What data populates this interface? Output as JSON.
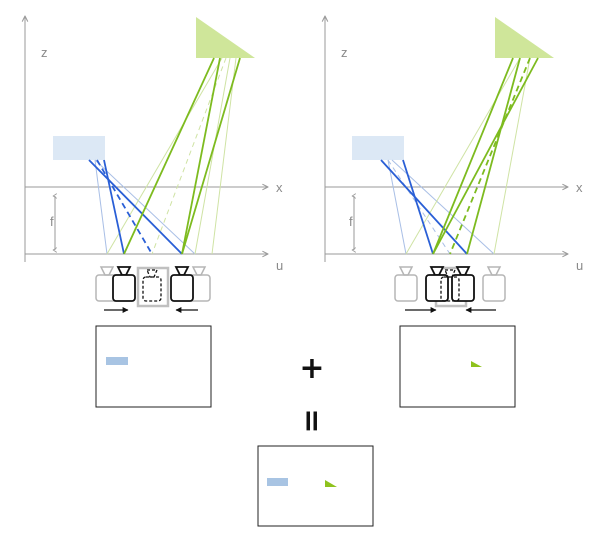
{
  "axis_labels": {
    "z": "z",
    "x": "x",
    "u": "u",
    "f": "f"
  },
  "operators": {
    "plus": "+",
    "equals": "="
  },
  "colors": {
    "axis": "#9a9a9a",
    "blue_object": "#dce8f5",
    "green_object": "#cfe69a",
    "blue_ray": "#2a5fd6",
    "blue_ray_faint": "#a9bfe6",
    "green_ray": "#7dbb1f",
    "green_ray_faint": "#cfe3a4",
    "camera": "#111111",
    "camera_faint": "#b5b5b5",
    "blue_patch": "#a8c4e3",
    "green_patch": "#8ec21d"
  },
  "icons": {
    "camera": "camera-icon",
    "virtual_camera": "virtual-camera-icon",
    "arrow": "arrow-icon"
  }
}
